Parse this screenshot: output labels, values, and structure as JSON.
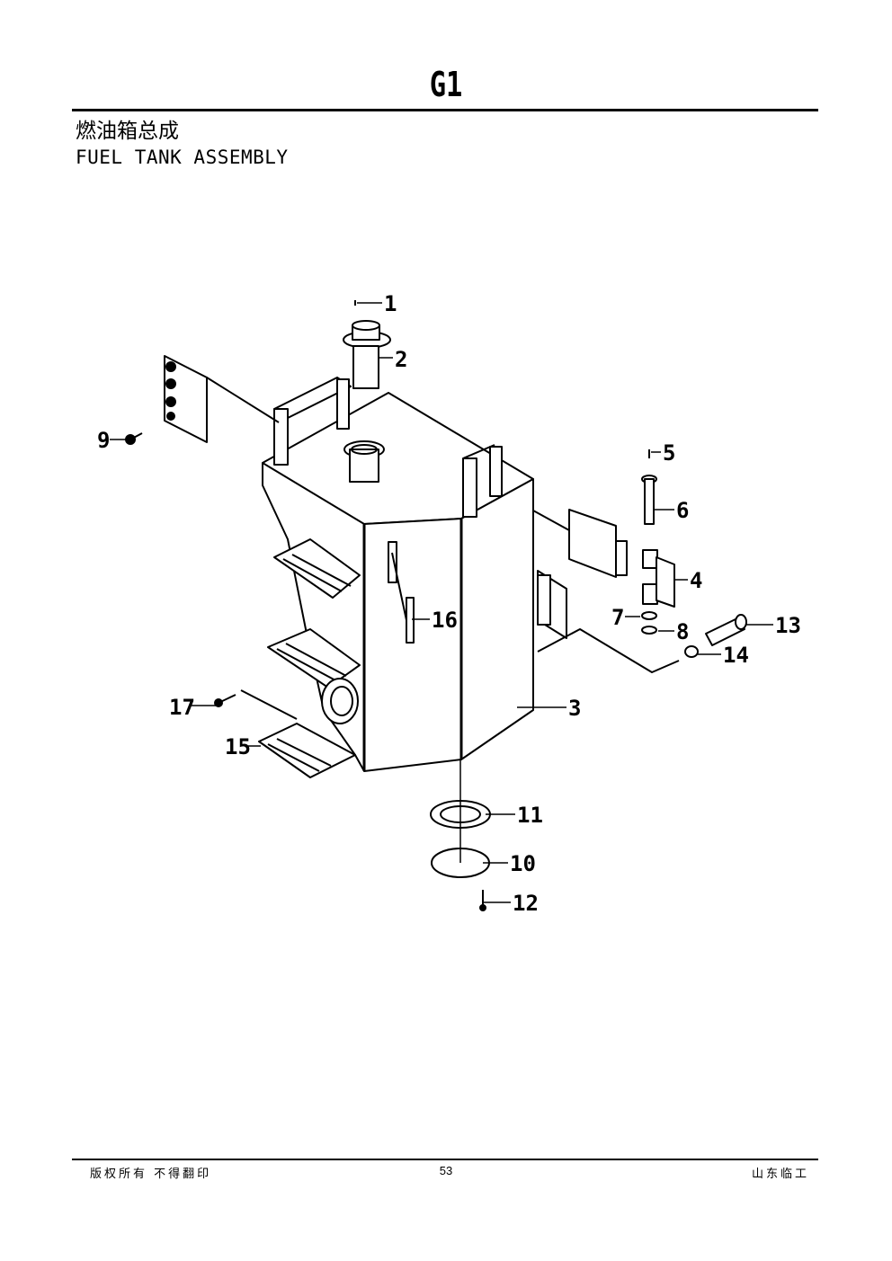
{
  "header": {
    "page_code": "G1",
    "title_cn": "燃油箱总成",
    "title_en": "FUEL TANK ASSEMBLY"
  },
  "diagram": {
    "callouts": [
      "1",
      "2",
      "3",
      "4",
      "5",
      "6",
      "7",
      "8",
      "9",
      "10",
      "11",
      "12",
      "13",
      "14",
      "15",
      "16",
      "17"
    ]
  },
  "footer": {
    "left": "版权所有 不得翻印",
    "page_number": "53",
    "right": "山东临工"
  }
}
